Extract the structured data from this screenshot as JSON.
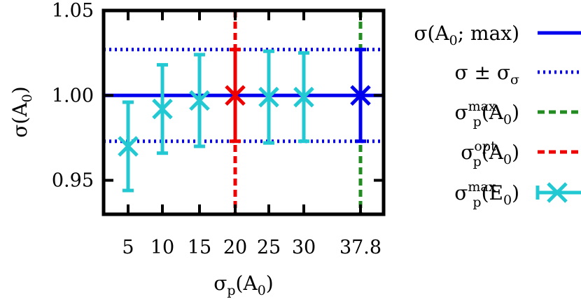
{
  "chart_data": {
    "type": "scatter",
    "title": "",
    "xlabel": "σp(A0)",
    "ylabel": "σ(A0)",
    "xtick_labels": [
      "5",
      "10",
      "15",
      "20",
      "25",
      "30",
      "37.8"
    ],
    "yticks": [
      0.95,
      1.0,
      1.05
    ],
    "ytick_labels": [
      "0.95",
      "1.00",
      "1.05"
    ],
    "ylim": [
      0.93,
      1.05
    ],
    "grid": false,
    "legend_position": "right",
    "series": [
      {
        "name": "σ(A0; max)",
        "kind": "hline",
        "color": "#0000ee",
        "style": "solid",
        "y": 1.0
      },
      {
        "name": "σ ± σσ",
        "kind": "hline-pair",
        "color": "#0000ee",
        "style": "dotted",
        "y": [
          0.973,
          1.027
        ]
      },
      {
        "name": "σpmax(A0)",
        "kind": "vline",
        "color": "#228b22",
        "style": "dashed",
        "x_label": "37.8"
      },
      {
        "name": "σpopt(A0)",
        "kind": "vline",
        "color": "#ee0000",
        "style": "dashed",
        "x_label": "20"
      },
      {
        "name": "σpmax(E0)",
        "kind": "errorbar",
        "color": "#22c8d2",
        "points": [
          {
            "x_label": "5",
            "y": 0.97,
            "err": 0.026
          },
          {
            "x_label": "10",
            "y": 0.992,
            "err": 0.026
          },
          {
            "x_label": "15",
            "y": 0.997,
            "err": 0.027
          },
          {
            "x_label": "20",
            "y": 1.0,
            "err": 0.027,
            "color": "#ee0000"
          },
          {
            "x_label": "25",
            "y": 0.999,
            "err": 0.027
          },
          {
            "x_label": "30",
            "y": 0.999,
            "err": 0.026
          },
          {
            "x_label": "37.8",
            "y": 1.0,
            "err": 0.027,
            "color": "#0000ee"
          }
        ]
      }
    ],
    "legend": [
      {
        "label": "σ(A0; max)",
        "color": "#0000ee",
        "style": "solid"
      },
      {
        "label": "σ ± σσ",
        "color": "#0000ee",
        "style": "dotted"
      },
      {
        "label": "σpmax(A0)",
        "color": "#228b22",
        "style": "dashed"
      },
      {
        "label": "σpopt(A0)",
        "color": "#ee0000",
        "style": "dashed"
      },
      {
        "label": "σpmax(E0)",
        "color": "#22c8d2",
        "style": "errorbar"
      }
    ]
  }
}
